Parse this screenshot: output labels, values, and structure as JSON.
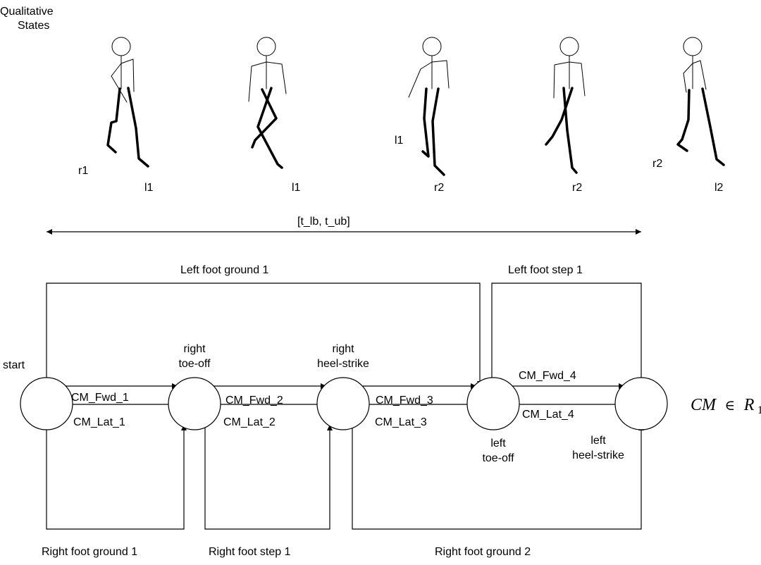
{
  "header": {
    "line1": "Qualitative",
    "line2": "States"
  },
  "figures": [
    {
      "label_a": "r1",
      "label_b": "l1"
    },
    {
      "label_a": "",
      "label_b": "l1"
    },
    {
      "label_a": "l1",
      "label_b": "r2"
    },
    {
      "label_a": "",
      "label_b": "r2"
    },
    {
      "label_a": "r2",
      "label_b": "l2"
    }
  ],
  "interval": "[t_lb, t_ub]",
  "states": [
    {
      "label_line1": "start",
      "label_line2": ""
    },
    {
      "label_line1": "right",
      "label_line2": "toe-off"
    },
    {
      "label_line1": "right",
      "label_line2": "heel-strike"
    },
    {
      "label_line1": "left",
      "label_line2": "toe-off"
    },
    {
      "label_line1": "left",
      "label_line2": "heel-strike"
    }
  ],
  "transitions": {
    "fwd": [
      "CM_Fwd_1",
      "CM_Fwd_2",
      "CM_Fwd_3",
      "CM_Fwd_4"
    ],
    "lat": [
      "CM_Lat_1",
      "CM_Lat_2",
      "CM_Lat_3",
      "CM_Lat_4"
    ]
  },
  "top_paths": [
    "Left foot ground 1",
    "Left foot step 1"
  ],
  "bottom_paths": [
    "Right foot ground 1",
    "Right foot step 1",
    "Right foot ground 2"
  ],
  "region": {
    "var": "CM",
    "symbol": "∈",
    "set": "R",
    "sub": "1"
  }
}
